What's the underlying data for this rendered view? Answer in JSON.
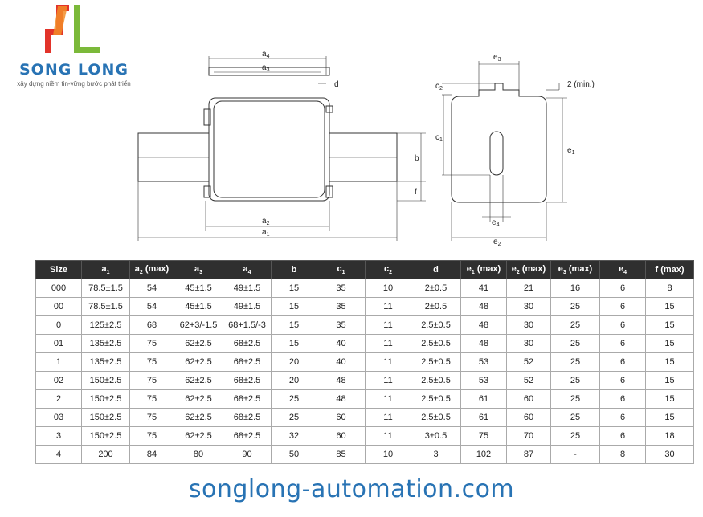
{
  "logo": {
    "brand": "SONG LONG",
    "tagline": "xây dựng niềm tin-vững bước phát triển",
    "colors": {
      "red": "#e2332a",
      "green": "#7bb93a",
      "orange": "#f28c28",
      "blue": "#2873b4"
    }
  },
  "drawing": {
    "labels": {
      "a1": "a",
      "a2": "a",
      "a3": "a",
      "a4": "a",
      "b": "b",
      "f": "f",
      "d": "d",
      "c1": "c",
      "c2": "c",
      "e1": "e",
      "e2": "e",
      "e3": "e",
      "e4": "e",
      "min2": "2 (min.)"
    },
    "subs": {
      "a1": "1",
      "a2": "2",
      "a3": "3",
      "a4": "4",
      "c1": "1",
      "c2": "2",
      "e1": "1",
      "e2": "2",
      "e3": "3",
      "e4": "4"
    }
  },
  "table": {
    "headers": [
      {
        "base": "Size",
        "sub": "",
        "suffix": ""
      },
      {
        "base": "a",
        "sub": "1",
        "suffix": ""
      },
      {
        "base": "a",
        "sub": "2",
        "suffix": " (max)"
      },
      {
        "base": "a",
        "sub": "3",
        "suffix": ""
      },
      {
        "base": "a",
        "sub": "4",
        "suffix": ""
      },
      {
        "base": "b",
        "sub": "",
        "suffix": ""
      },
      {
        "base": "c",
        "sub": "1",
        "suffix": ""
      },
      {
        "base": "c",
        "sub": "2",
        "suffix": ""
      },
      {
        "base": "d",
        "sub": "",
        "suffix": ""
      },
      {
        "base": "e",
        "sub": "1",
        "suffix": " (max)"
      },
      {
        "base": "e",
        "sub": "2",
        "suffix": " (max)"
      },
      {
        "base": "e",
        "sub": "3",
        "suffix": " (max)"
      },
      {
        "base": "e",
        "sub": "4",
        "suffix": ""
      },
      {
        "base": "f (max)",
        "sub": "",
        "suffix": ""
      }
    ],
    "rows": [
      [
        "000",
        "78.5±1.5",
        "54",
        "45±1.5",
        "49±1.5",
        "15",
        "35",
        "10",
        "2±0.5",
        "41",
        "21",
        "16",
        "6",
        "8"
      ],
      [
        "00",
        "78.5±1.5",
        "54",
        "45±1.5",
        "49±1.5",
        "15",
        "35",
        "11",
        "2±0.5",
        "48",
        "30",
        "25",
        "6",
        "15"
      ],
      [
        "0",
        "125±2.5",
        "68",
        "62+3/-1.5",
        "68+1.5/-3",
        "15",
        "35",
        "11",
        "2.5±0.5",
        "48",
        "30",
        "25",
        "6",
        "15"
      ],
      [
        "01",
        "135±2.5",
        "75",
        "62±2.5",
        "68±2.5",
        "15",
        "40",
        "11",
        "2.5±0.5",
        "48",
        "30",
        "25",
        "6",
        "15"
      ],
      [
        "1",
        "135±2.5",
        "75",
        "62±2.5",
        "68±2.5",
        "20",
        "40",
        "11",
        "2.5±0.5",
        "53",
        "52",
        "25",
        "6",
        "15"
      ],
      [
        "02",
        "150±2.5",
        "75",
        "62±2.5",
        "68±2.5",
        "20",
        "48",
        "11",
        "2.5±0.5",
        "53",
        "52",
        "25",
        "6",
        "15"
      ],
      [
        "2",
        "150±2.5",
        "75",
        "62±2.5",
        "68±2.5",
        "25",
        "48",
        "11",
        "2.5±0.5",
        "61",
        "60",
        "25",
        "6",
        "15"
      ],
      [
        "03",
        "150±2.5",
        "75",
        "62±2.5",
        "68±2.5",
        "25",
        "60",
        "11",
        "2.5±0.5",
        "61",
        "60",
        "25",
        "6",
        "15"
      ],
      [
        "3",
        "150±2.5",
        "75",
        "62±2.5",
        "68±2.5",
        "32",
        "60",
        "11",
        "3±0.5",
        "75",
        "70",
        "25",
        "6",
        "18"
      ],
      [
        "4",
        "200",
        "84",
        "80",
        "90",
        "50",
        "85",
        "10",
        "3",
        "102",
        "87",
        "-",
        "8",
        "30"
      ]
    ]
  },
  "footer": {
    "url": "songlong-automation.com"
  }
}
